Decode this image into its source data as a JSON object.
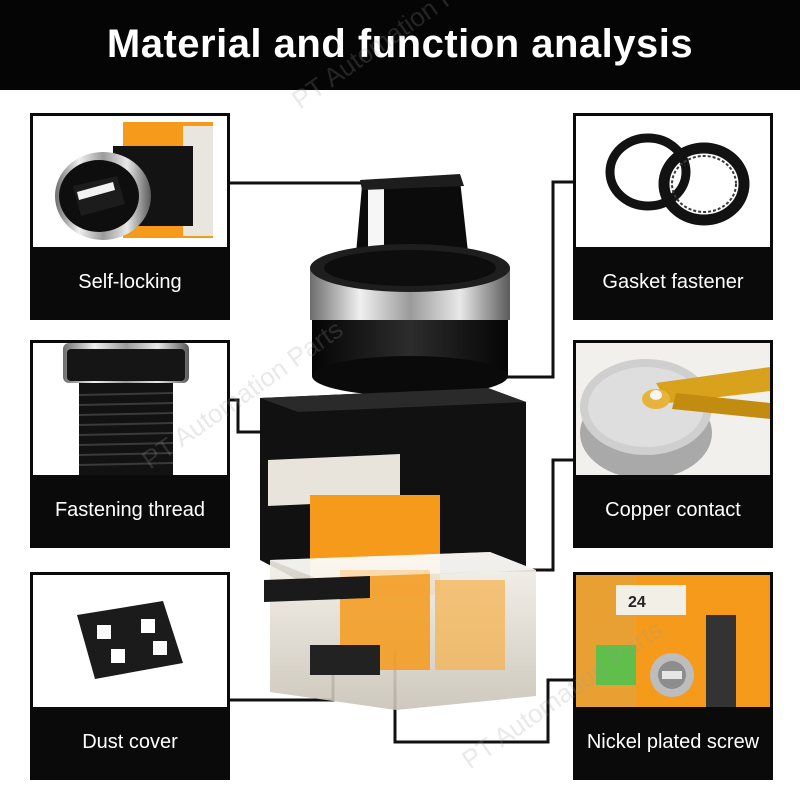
{
  "header": {
    "title": "Material and function analysis"
  },
  "watermark": {
    "text": "PT Automation Parts"
  },
  "panels": {
    "self_locking": {
      "label": "Self-locking"
    },
    "fastening_thread": {
      "label": "Fastening thread"
    },
    "dust_cover": {
      "label": "Dust cover"
    },
    "gasket_fastener": {
      "label": "Gasket fastener"
    },
    "copper_contact": {
      "label": "Copper contact"
    },
    "nickel_screw": {
      "label": "Nickel plated screw"
    }
  },
  "terminal_number": "24",
  "colors": {
    "header_bg": "#050505",
    "label_bg": "#0a0a0a",
    "accent_orange": "#f59a1b",
    "gold": "#d9a21c"
  }
}
